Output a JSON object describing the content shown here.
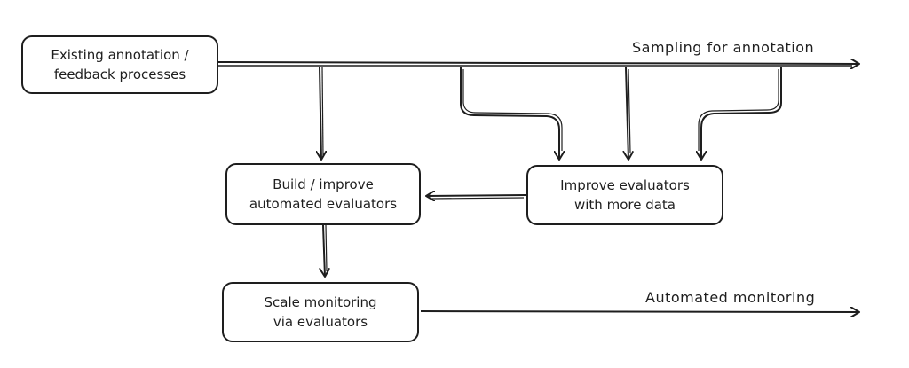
{
  "diagram": {
    "nodes": {
      "existing": {
        "label": "Existing annotation /\nfeedback processes"
      },
      "build": {
        "label": "Build / improve\nautomated evaluators"
      },
      "improve": {
        "label": "Improve evaluators\nwith more data"
      },
      "scale": {
        "label": "Scale monitoring\nvia evaluators"
      }
    },
    "edge_labels": {
      "sampling": "Sampling for annotation",
      "automated": "Automated monitoring"
    },
    "colors": {
      "stroke": "#1e1e1e",
      "background": "#ffffff"
    }
  }
}
